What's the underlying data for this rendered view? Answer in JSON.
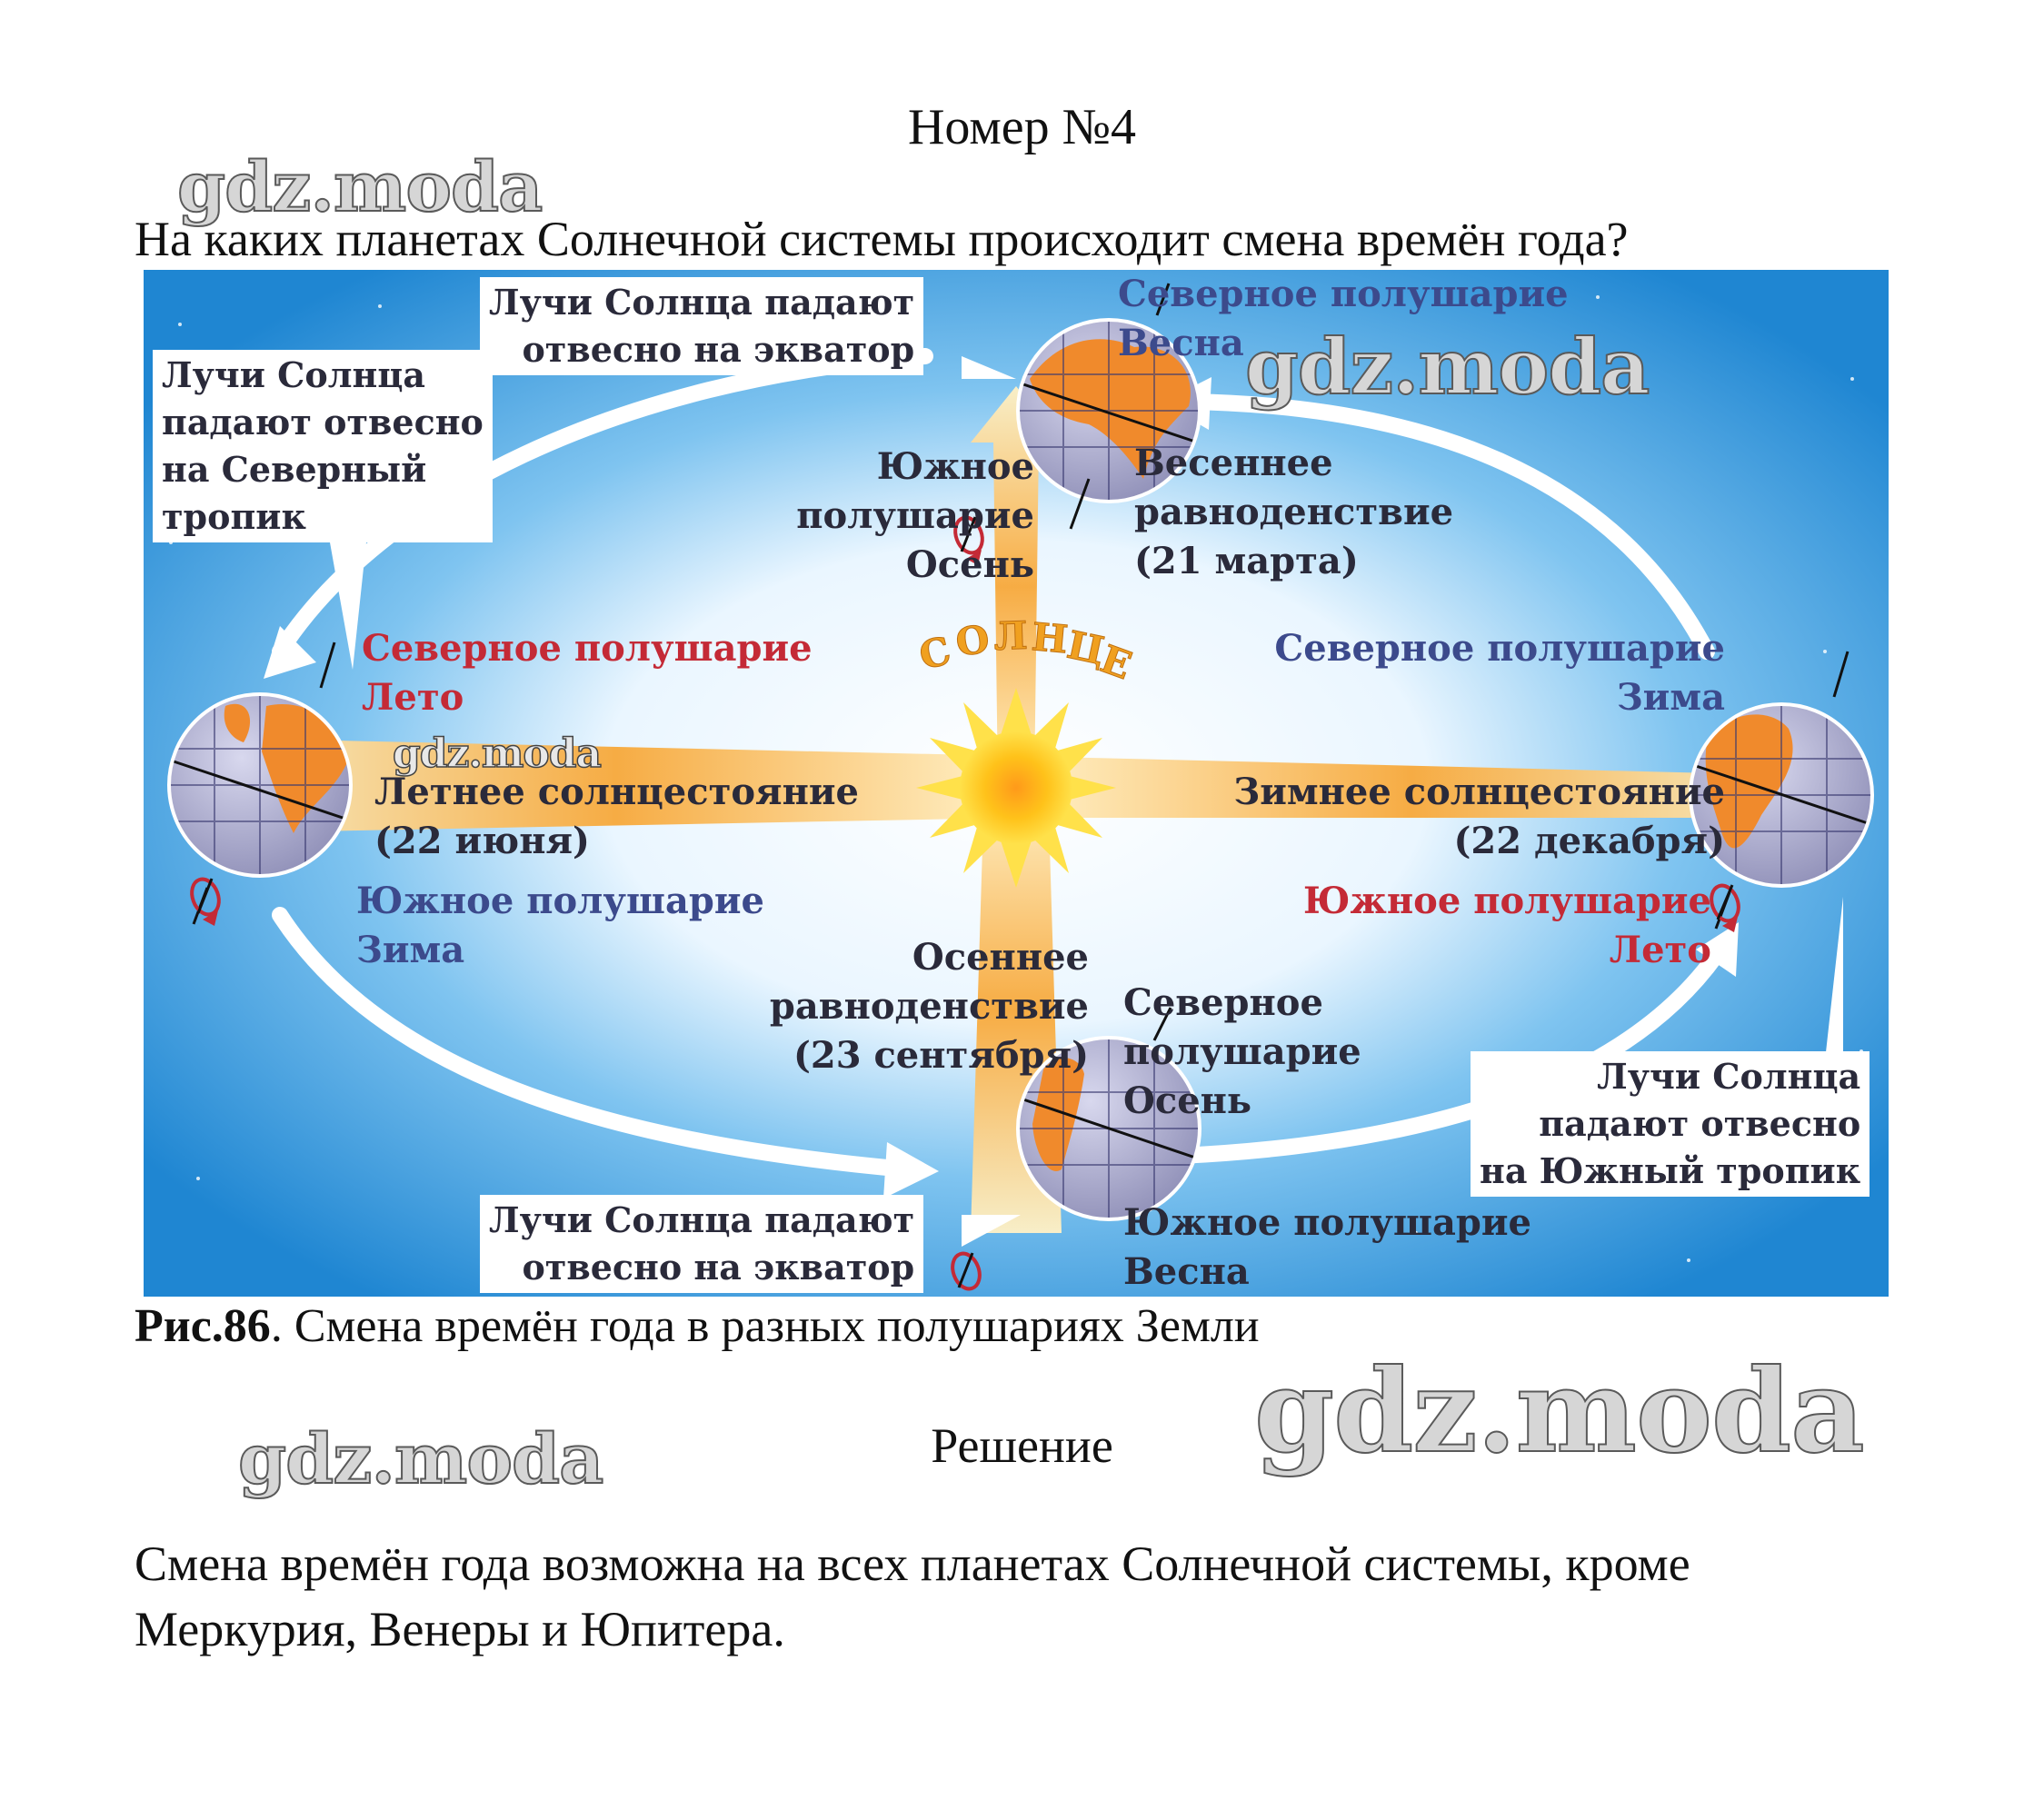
{
  "header": {
    "title": "Номер №4"
  },
  "question": "На каких планетах Солнечной системы происходит смена времён года?",
  "watermark": "gdz.moda",
  "figure": {
    "sun_label": "СОЛНЦЕ",
    "top": {
      "rays_box": [
        "Лучи Солнца падают",
        "отвесно на экватор"
      ],
      "north": [
        "Северное полушарие",
        "Весна"
      ],
      "south": [
        "Южное",
        "полушарие",
        "Осень"
      ],
      "event": [
        "Весеннее",
        "равноденствие",
        "(21 марта)"
      ]
    },
    "left": {
      "rays_box": [
        "Лучи Солнца",
        "падают отвесно",
        "на Северный",
        "тропик"
      ],
      "north": [
        "Северное полушарие",
        "Лето"
      ],
      "event": [
        "Летнее солнцестояние",
        "(22 июня)"
      ],
      "south": [
        "Южное полушарие",
        "Зима"
      ]
    },
    "right": {
      "north": [
        "Северное полушарие",
        "Зима"
      ],
      "event": [
        "Зимнее солнцестояние",
        "(22 декабря)"
      ],
      "south": [
        "Южное полушарие",
        "Лето"
      ],
      "rays_box": [
        "Лучи Солнца",
        "падают отвесно",
        "на Южный тропик"
      ]
    },
    "bottom": {
      "event": [
        "Осеннее",
        "равноденствие",
        "(23 сентября)"
      ],
      "north": [
        "Северное",
        "полушарие",
        "Осень"
      ],
      "rays_box": [
        "Лучи Солнца падают",
        "отвесно на экватор"
      ],
      "south": [
        "Южное полушарие",
        "Весна"
      ]
    },
    "colors": {
      "sky": "#2a8fd6",
      "glow": "#ffffff",
      "ray": "#f7b54a",
      "sun": "#fcd200",
      "land": "#f08a2c",
      "ocean": "#b9b9d6",
      "red_text": "#c42a36",
      "blue_text": "#3c4a8c"
    }
  },
  "caption": {
    "label": "Рис.86",
    "text": ". Смена времён года в разных полушариях Земли"
  },
  "solution": {
    "heading": "Решение",
    "text": "Смена времён года возможна на всех планетах Солнечной системы, кроме Меркурия, Венеры и Юпитера."
  }
}
